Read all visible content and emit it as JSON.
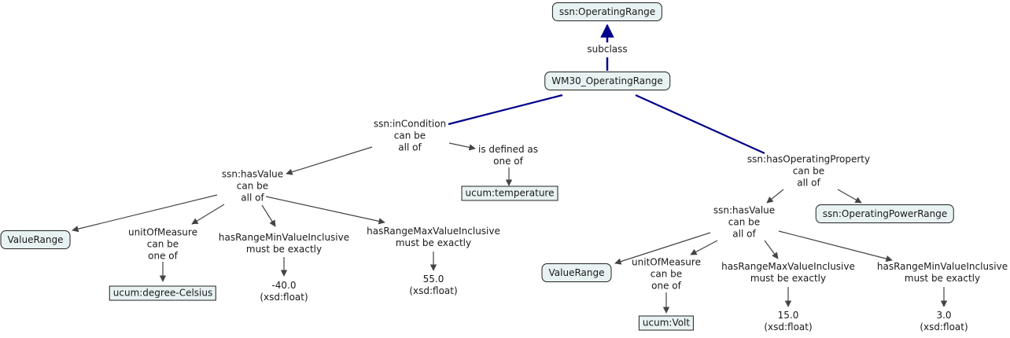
{
  "diagram": {
    "nodes": {
      "operating_range": "ssn:OperatingRange",
      "wm30": "WM30_OperatingRange",
      "temperature": "ucum:temperature",
      "value_range_left": "ValueRange",
      "degree_celsius": "ucum:degree-Celsius",
      "operating_power_range": "ssn:OperatingPowerRange",
      "value_range_right": "ValueRange",
      "volt": "ucum:Volt"
    },
    "labels": {
      "subclass": "subclass",
      "in_condition": [
        "ssn:inCondition",
        "can be",
        "all of"
      ],
      "defined_as": [
        "is defined as",
        "one of"
      ],
      "has_value_left": [
        "ssn:hasValue",
        "can be",
        "all of"
      ],
      "unit_left": [
        "unitOfMeasure",
        "can be",
        "one of"
      ],
      "min_left": [
        "hasRangeMinValueInclusive",
        "must be exactly"
      ],
      "max_left": [
        "hasRangeMaxValueInclusive",
        "must be exactly"
      ],
      "min_left_value": [
        "-40.0",
        "(xsd:float)"
      ],
      "max_left_value": [
        "55.0",
        "(xsd:float)"
      ],
      "has_operating_property": [
        "ssn:hasOperatingProperty",
        "can be",
        "all of"
      ],
      "has_value_right": [
        "ssn:hasValue",
        "can be",
        "all of"
      ],
      "unit_right": [
        "unitOfMeasure",
        "can be",
        "one of"
      ],
      "max_right": [
        "hasRangeMaxValueInclusive",
        "must be exactly"
      ],
      "min_right": [
        "hasRangeMinValueInclusive",
        "must be exactly"
      ],
      "max_right_value": [
        "15.0",
        "(xsd:float)"
      ],
      "min_right_value": [
        "3.0",
        "(xsd:float)"
      ]
    },
    "colors": {
      "hierarchy_edge": "#00008b",
      "relation_edge": "#444444",
      "node_fill": "#e8f2f2"
    }
  }
}
